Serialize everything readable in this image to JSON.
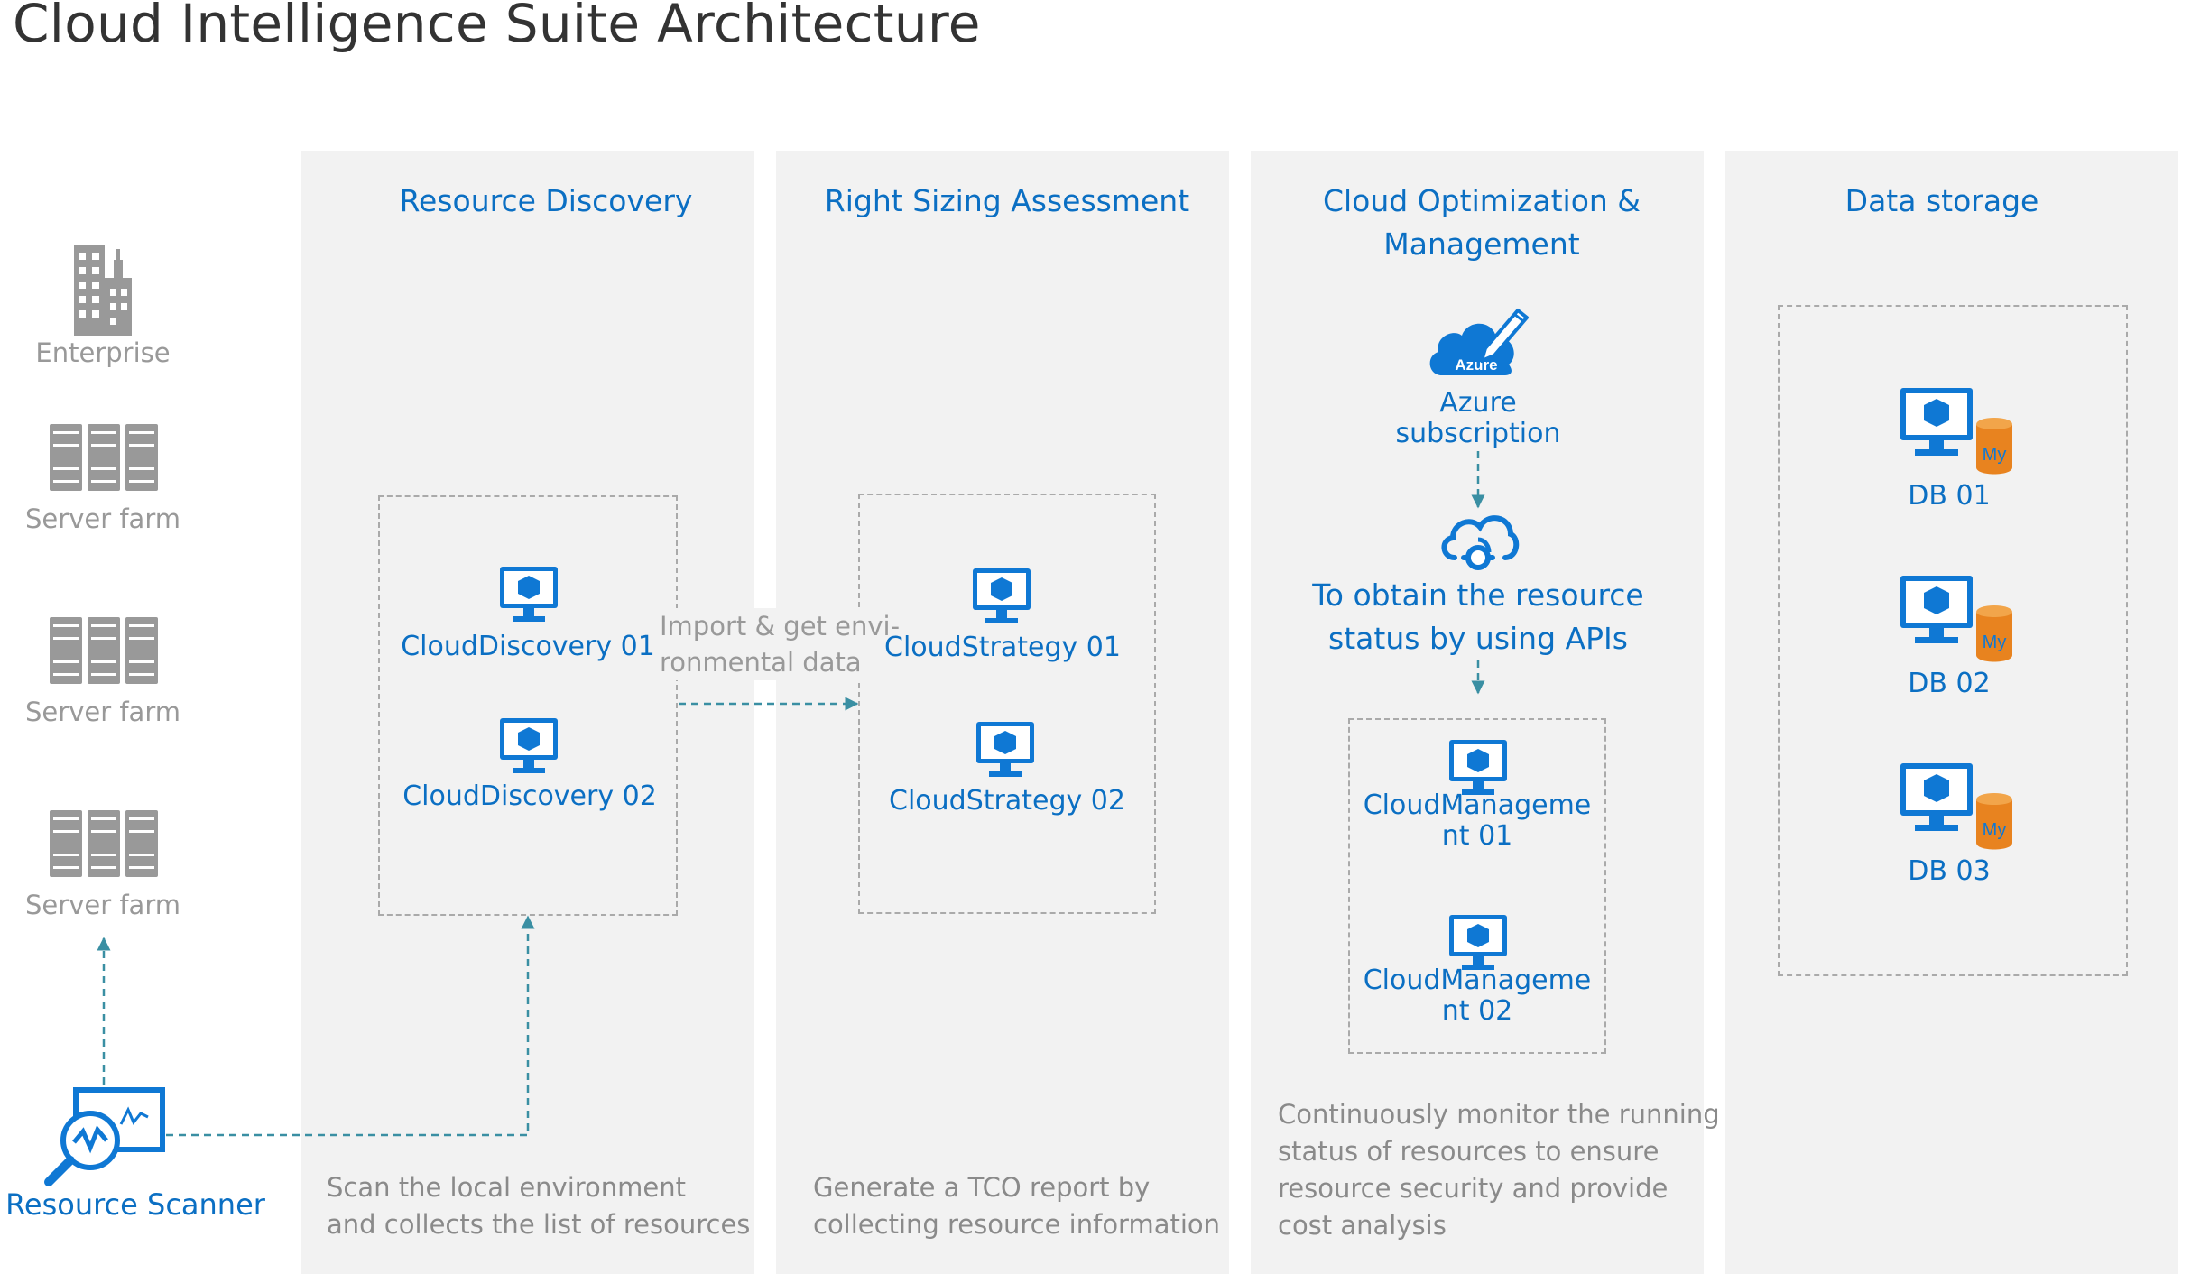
{
  "title": "Cloud Intelligence Suite Architecture",
  "left": {
    "enterprise_label": "Enterprise",
    "server_farms": [
      "Server farm",
      "Server farm",
      "Server farm"
    ],
    "scanner_label": "Resource Scanner"
  },
  "columns": {
    "discovery": {
      "title": "Resource Discovery",
      "nodes": [
        "CloudDiscovery 01",
        "CloudDiscovery 02"
      ],
      "description_lines": [
        "Scan the local environment",
        "and collects the list of resources"
      ]
    },
    "sizing": {
      "title": "Right Sizing Assessment",
      "nodes": [
        "CloudStrategy 01",
        "CloudStrategy 02"
      ],
      "description_lines": [
        "Generate a TCO report by",
        "collecting resource information"
      ]
    },
    "optimization": {
      "title_lines": [
        "Cloud Optimization &",
        "Management"
      ],
      "azure_badge": "Azure",
      "azure_label_lines": [
        "Azure",
        "subscription"
      ],
      "api_label_lines": [
        "To obtain the resource",
        "status by using APIs"
      ],
      "nodes": [
        {
          "lines": [
            "CloudManageme",
            "nt 01"
          ]
        },
        {
          "lines": [
            "CloudManageme",
            "nt 02"
          ]
        }
      ],
      "description_lines": [
        "Continuously monitor the running",
        "status of resources to ensure",
        "resource security and provide",
        "cost analysis"
      ]
    },
    "storage": {
      "title": "Data storage",
      "db_badge": "My",
      "dbs": [
        "DB 01",
        "DB 02",
        "DB 03"
      ]
    }
  },
  "edge_label_lines": [
    "Import & get envi-",
    "ronmental data"
  ],
  "colors": {
    "accent_blue": "#0b6fc3",
    "icon_blue": "#0f78d4",
    "panel_gray": "#f2f2f2",
    "dash_gray": "#aaaaaa",
    "arrow_teal": "#3a8fa3",
    "text_gray": "#999999",
    "db_orange": "#e8831f"
  }
}
